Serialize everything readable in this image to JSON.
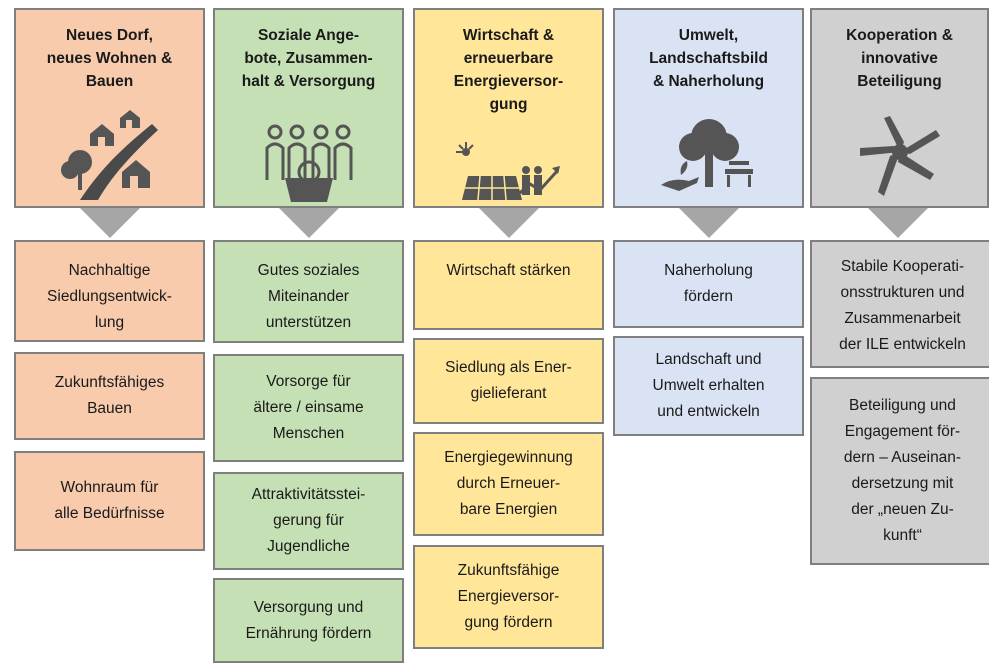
{
  "columns": [
    {
      "title": "Neues Dorf,\nneues Wohnen &\nBauen",
      "icon": "village-road-icon",
      "items": [
        "Nachhaltige\nSiedlungsentwick-\nlung",
        "Zukunftsfähiges\nBauen",
        "Wohnraum für\nalle Bedürfnisse"
      ]
    },
    {
      "title": "Soziale Ange-\nbote, Zusammen-\nhalt & Versorgung",
      "icon": "community-people-icon",
      "items": [
        "Gutes soziales\nMiteinander\nunterstützen",
        "Vorsorge für\nältere / einsame\nMenschen",
        "Attraktivitätsstei-\ngerung für\nJugendliche",
        "Versorgung und\nErnährung fördern"
      ]
    },
    {
      "title": "Wirtschaft &\nerneuerbare\nEnergieversor-\ngung",
      "icon": "solar-growth-icon",
      "items": [
        "Wirtschaft stärken",
        "Siedlung als Ener-\ngielieferant",
        "Energiegewinnung\ndurch Erneuer-\nbare Energien",
        "Zukunftsfähige\nEnergieversor-\ngung fördern"
      ]
    },
    {
      "title": "Umwelt,\nLandschaftsbild\n& Naherholung",
      "icon": "tree-bench-icon",
      "items": [
        "Naherholung\nfördern",
        "Landschaft und\nUmwelt erhalten\nund entwickeln"
      ]
    },
    {
      "title": "Kooperation &\ninnovative\nBeteiligung",
      "icon": "joined-hands-icon",
      "items": [
        "Stabile Kooperati-\nonsstrukturen und\nZusammenarbeit\nder ILE entwickeln",
        "Beteiligung und\nEngagement för-\ndern – Auseinan-\ndersetzung mit\nder „neuen Zu-\nkunft“"
      ]
    }
  ]
}
